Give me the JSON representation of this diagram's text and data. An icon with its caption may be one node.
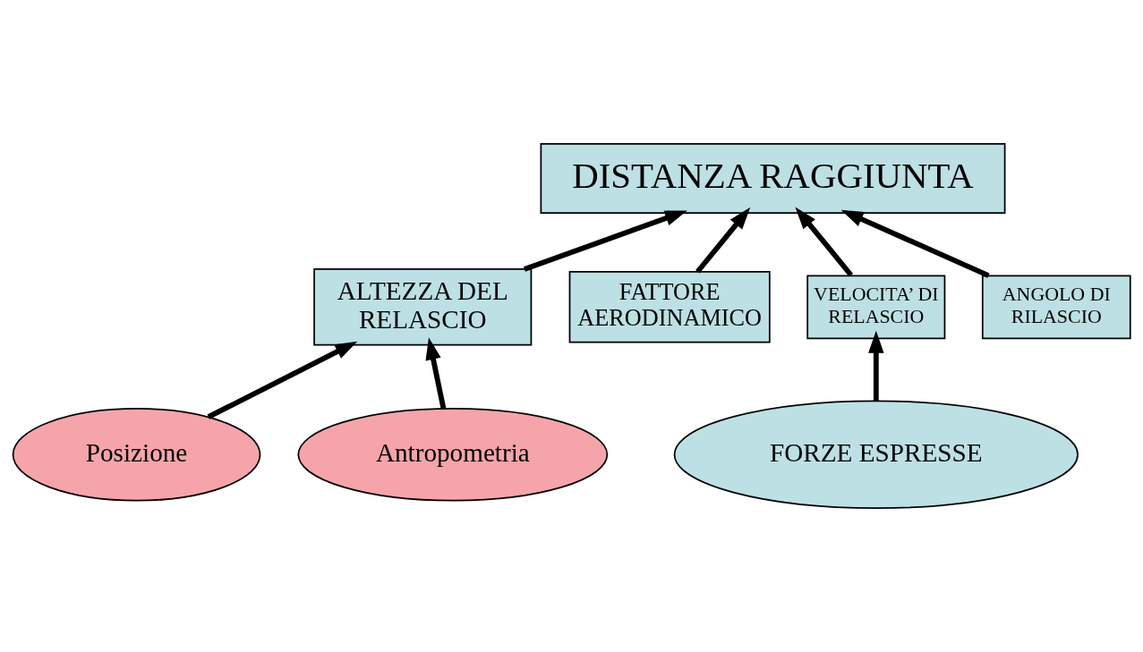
{
  "diagram": {
    "nodes": [
      {
        "text": [
          "DISTANZA RAGGIUNTA"
        ]
      },
      {
        "text": [
          "ALTEZZA DEL RELASCIO"
        ]
      },
      {
        "text": [
          "FATTORE AERODINAMICO"
        ]
      },
      {
        "text": [
          "Posizione"
        ]
      },
      {
        "text": [
          "VELOCITA’ DI RELASCIO"
        ]
      },
      {
        "text": [
          "ANGOLO DI RILASCIO"
        ]
      },
      {
        "text": [
          "Antropometria"
        ]
      },
      {
        "text": [
          "FORZE ESPRESSE"
        ]
      }
    ],
    "edges": [
      {
        "from": 1,
        "to": 0,
        "arrow": "to"
      },
      {
        "from": 4,
        "to": 0,
        "arrow": "to"
      },
      {
        "from": 5,
        "to": 0,
        "arrow": "to"
      },
      {
        "from": 2,
        "to": 0,
        "arrow": "to"
      },
      {
        "from": 3,
        "to": 1,
        "arrow": "to"
      },
      {
        "from": 6,
        "to": 1,
        "arrow": "to"
      },
      {
        "from": 7,
        "to": 4,
        "arrow": "to"
      }
    ]
  }
}
